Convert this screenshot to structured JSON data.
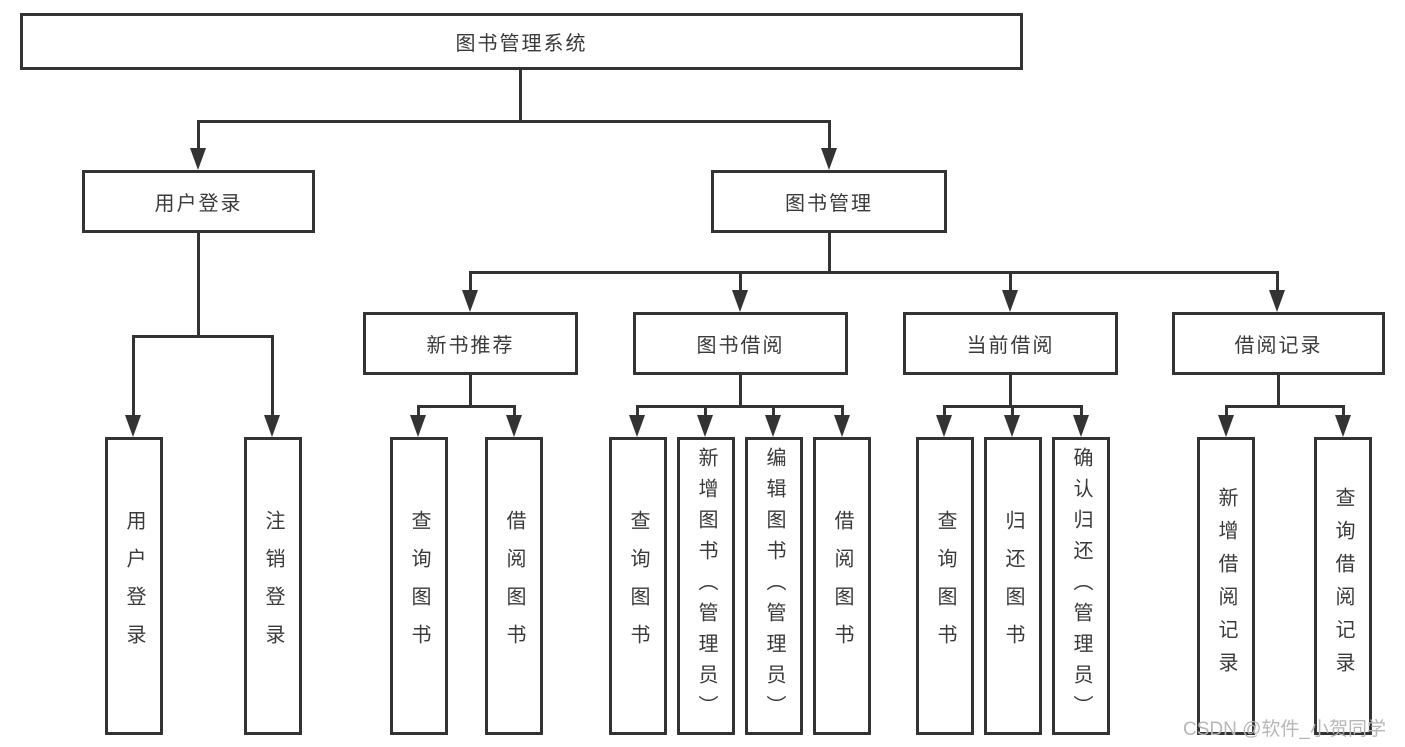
{
  "nodes": {
    "root": "图书管理系统",
    "level2": [
      "用户登录",
      "图书管理"
    ],
    "level3": [
      "新书推荐",
      "图书借阅",
      "当前借阅",
      "借阅记录"
    ],
    "leaves": {
      "user_login": [
        "用户登录",
        "注销登录"
      ],
      "new_books": [
        "查询图书",
        "借阅图书"
      ],
      "book_borrow": [
        "查询图书",
        "新增图书（管理员）",
        "编辑图书（管理员）",
        "借阅图书"
      ],
      "current_borrow": [
        "查询图书",
        "归还图书",
        "确认归还（管理员）"
      ],
      "borrow_records": [
        "新增借阅记录",
        "查询借阅记录"
      ]
    }
  },
  "colors": {
    "line": "#333333",
    "text": "#3a3a3a",
    "background": "#ffffff",
    "watermark_color": "#b7b7b7"
  },
  "watermark": "CSDN @软件_小贺同学"
}
